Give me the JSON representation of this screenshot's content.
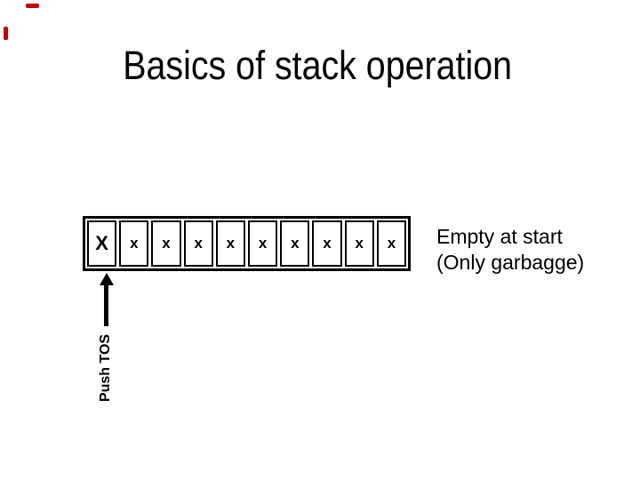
{
  "slide": {
    "title": "Basics of stack operation",
    "stack": {
      "cells": [
        "X",
        "x",
        "x",
        "x",
        "x",
        "x",
        "x",
        "x",
        "x",
        "x"
      ]
    },
    "push_arrow": {
      "label": "Push TOS"
    },
    "note": {
      "line1": "Empty at start",
      "line2": "(Only garbagge)"
    },
    "colors": {
      "ink": "#000000",
      "background": "#ffffff",
      "corner_mark_red": "#c00000"
    }
  }
}
